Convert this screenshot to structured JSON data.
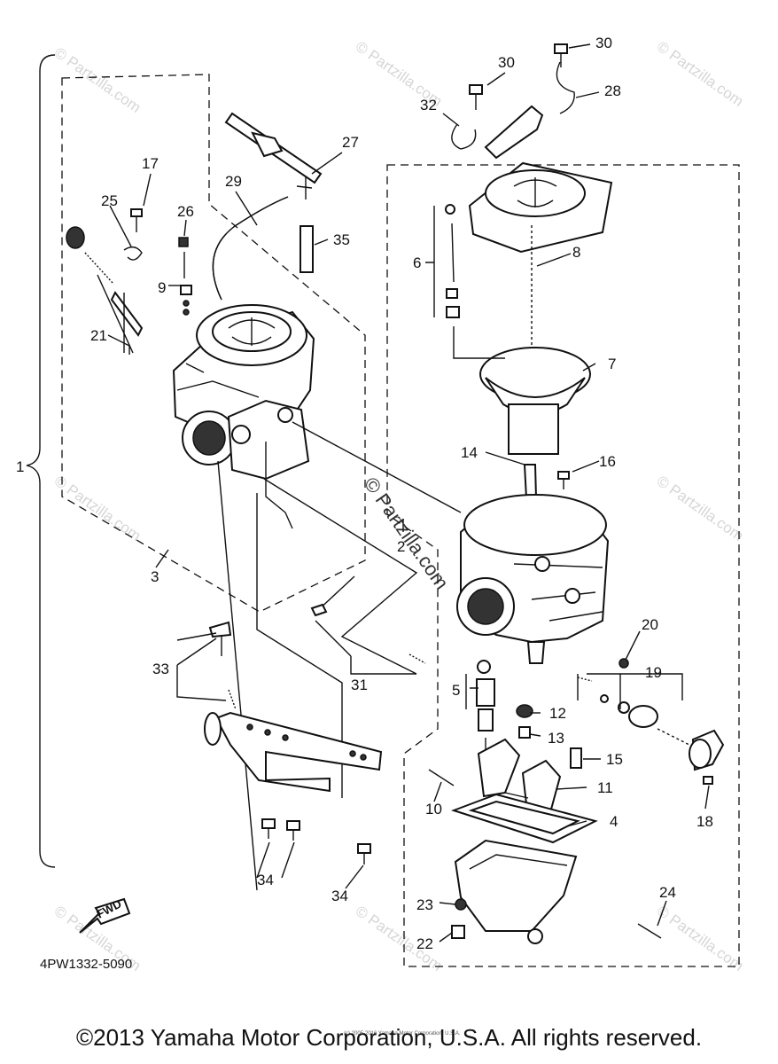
{
  "diagram": {
    "part_code": "4PW1332-5090",
    "fwd_label": "FWD",
    "watermark": "© Partzilla.com",
    "copyright": "©2013 Yamaha Motor Corporation, U.S.A. All rights reserved.",
    "tiny_credit": "(c) 2005-2016 Yamaha Motor Corporation, U.S.A.",
    "callouts": {
      "c1": "1",
      "c2": "2",
      "c3": "3",
      "c4": "4",
      "c5": "5",
      "c6": "6",
      "c7": "7",
      "c8": "8",
      "c9": "9",
      "c10": "10",
      "c11": "11",
      "c12": "12",
      "c13": "13",
      "c14": "14",
      "c15": "15",
      "c16": "16",
      "c17": "17",
      "c18": "18",
      "c19": "19",
      "c20": "20",
      "c21": "21",
      "c22": "22",
      "c23": "23",
      "c24": "24",
      "c25": "25",
      "c26": "26",
      "c27": "27",
      "c28": "28",
      "c29": "29",
      "c30a": "30",
      "c30b": "30",
      "c31": "31",
      "c32": "32",
      "c33": "33",
      "c34a": "34",
      "c34b": "34",
      "c35": "35"
    }
  }
}
